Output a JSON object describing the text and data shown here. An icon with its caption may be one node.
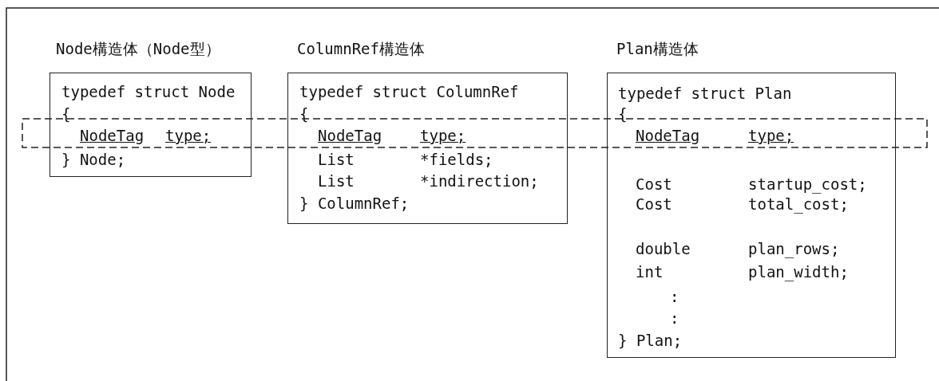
{
  "diagram": {
    "nodes": [
      {
        "text": [
          "Node構造体（Node型）",
          "typedef struct Node",
          "{",
          "NodeTag",
          "type;",
          "} Node;"
        ]
      },
      {
        "text": [
          "ColumnRef構造体",
          "typedef struct ColumnRef",
          "{",
          "NodeTag",
          "type;",
          "List",
          "*fields;",
          "List",
          "*indirection;",
          "} ColumnRef;"
        ]
      },
      {
        "text": [
          "Plan構造体",
          "typedef struct Plan",
          "{",
          "NodeTag",
          "type;",
          "Cost",
          "startup_cost;",
          "Cost",
          "total_cost;",
          "double",
          "plan_rows;",
          "int",
          "plan_width;",
          ":",
          ":",
          "} Plan;"
        ]
      }
    ]
  }
}
